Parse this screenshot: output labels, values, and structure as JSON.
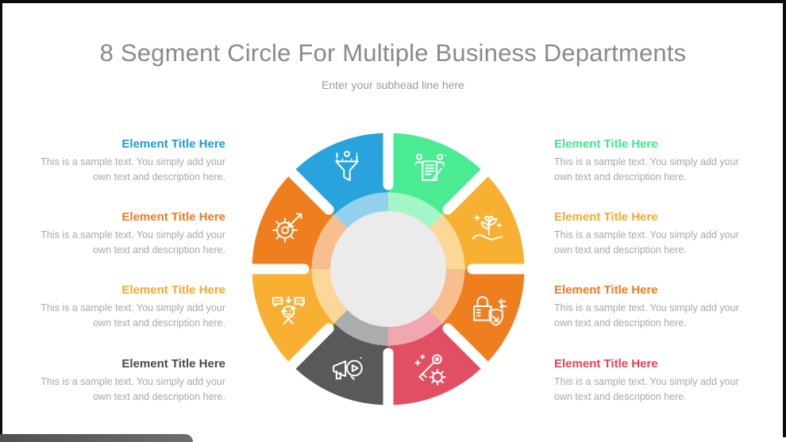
{
  "slide": {
    "title": "8 Segment Circle For Multiple Business Departments",
    "subtitle": "Enter your subhead line here"
  },
  "left_items": [
    {
      "title": "Element Title Here",
      "title_color": "#1d9cd8",
      "description": "This is a sample text. You simply add your own text and description here."
    },
    {
      "title": "Element Title Here",
      "title_color": "#f5791d",
      "description": "This is a sample text. You simply add your own text and description here."
    },
    {
      "title": "Element Title Here",
      "title_color": "#f9a72c",
      "description": "This is a sample text. You simply add your own text and description here."
    },
    {
      "title": "Element Title Here",
      "title_color": "#4a4a4c",
      "description": "This is a sample text. You simply add your own text and description here."
    }
  ],
  "right_items": [
    {
      "title": "Element Title Here",
      "title_color": "#3fe88c",
      "description": "This is a sample text. You simply add your own text and description here."
    },
    {
      "title": "Element Title Here",
      "title_color": "#f9a72c",
      "description": "This is a sample text. You simply add your own text and description here."
    },
    {
      "title": "Element Title Here",
      "title_color": "#f5791d",
      "description": "This is a sample text. You simply add your own text and description here."
    },
    {
      "title": "Element Title Here",
      "title_color": "#ea4159",
      "description": "This is a sample text. You simply add your own text and description here."
    }
  ],
  "wheel": {
    "center_color": "#ebebeb",
    "separator_color": "#ffffff",
    "icon_color": "#ffffff",
    "ring_tint_opacity": 0.5,
    "petals": [
      {
        "icon": "recruitment-document-icon",
        "color": "#49ec92",
        "position": "top-right"
      },
      {
        "icon": "growth-hand-icon",
        "color": "#f8b032",
        "position": "right-upper"
      },
      {
        "icon": "security-lock-icon",
        "color": "#ef7e1e",
        "position": "right-lower"
      },
      {
        "icon": "key-gear-icon",
        "color": "#e14f62",
        "position": "bottom-right"
      },
      {
        "icon": "media-megaphone-icon",
        "color": "#59595b",
        "position": "bottom-left"
      },
      {
        "icon": "communication-face-icon",
        "color": "#f8b032",
        "position": "left-lower"
      },
      {
        "icon": "target-gear-icon",
        "color": "#ef7e1e",
        "position": "left-upper"
      },
      {
        "icon": "funnel-filter-icon",
        "color": "#29a3dc",
        "position": "top-left"
      }
    ]
  },
  "decor": {
    "edge_color": "#0b0b0b",
    "footer_bar_color": "#5b5b5b"
  }
}
